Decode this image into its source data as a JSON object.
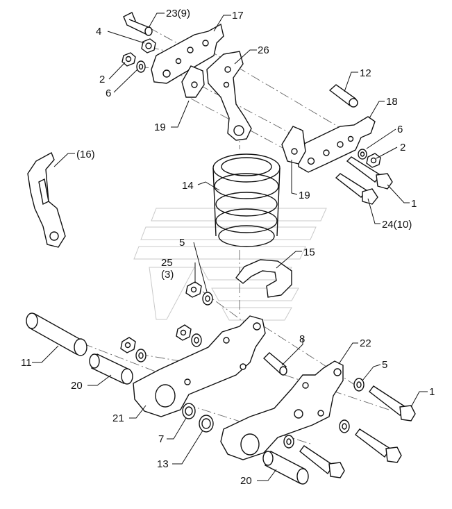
{
  "diagram": {
    "type": "exploded-parts-view",
    "callouts": [
      {
        "id": "c-23",
        "text": "23(9)"
      },
      {
        "id": "c-17",
        "text": "17"
      },
      {
        "id": "c-4",
        "text": "4"
      },
      {
        "id": "c-26",
        "text": "26"
      },
      {
        "id": "c-2a",
        "text": "2"
      },
      {
        "id": "c-6a",
        "text": "6"
      },
      {
        "id": "c-12",
        "text": "12"
      },
      {
        "id": "c-18",
        "text": "18"
      },
      {
        "id": "c-19a",
        "text": "19"
      },
      {
        "id": "c-6b",
        "text": "6"
      },
      {
        "id": "c-2b",
        "text": "2"
      },
      {
        "id": "c-16",
        "text": "(16)"
      },
      {
        "id": "c-14",
        "text": "14"
      },
      {
        "id": "c-19b",
        "text": "19"
      },
      {
        "id": "c-1a",
        "text": "1"
      },
      {
        "id": "c-24",
        "text": "24(10)"
      },
      {
        "id": "c-5a",
        "text": "5"
      },
      {
        "id": "c-25",
        "text": "25"
      },
      {
        "id": "c-3",
        "text": "(3)"
      },
      {
        "id": "c-15",
        "text": "15"
      },
      {
        "id": "c-8",
        "text": "8"
      },
      {
        "id": "c-22",
        "text": "22"
      },
      {
        "id": "c-11",
        "text": "11"
      },
      {
        "id": "c-5b",
        "text": "5"
      },
      {
        "id": "c-1b",
        "text": "1"
      },
      {
        "id": "c-20a",
        "text": "20"
      },
      {
        "id": "c-21",
        "text": "21"
      },
      {
        "id": "c-7",
        "text": "7"
      },
      {
        "id": "c-13",
        "text": "13"
      },
      {
        "id": "c-20b",
        "text": "20"
      }
    ],
    "colors": {
      "line": "#111111",
      "part_fill": "#ffffff",
      "watermark": "#c9c9c9"
    }
  }
}
